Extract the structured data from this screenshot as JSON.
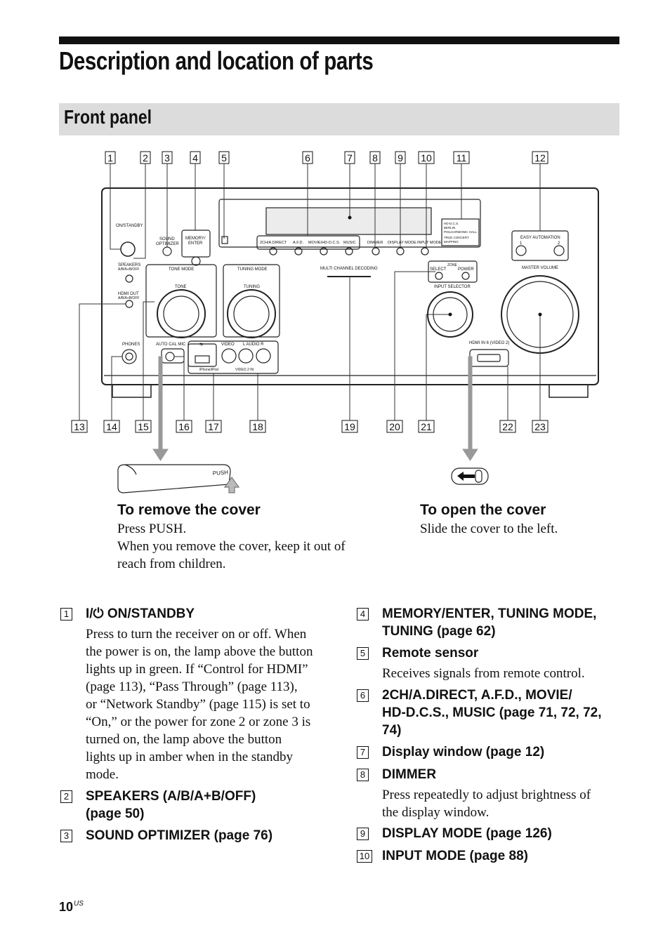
{
  "title": "Description and location of parts",
  "section": "Front panel",
  "callouts_top": [
    "1",
    "2",
    "3",
    "4",
    "5",
    "6",
    "7",
    "8",
    "9",
    "10",
    "11",
    "12"
  ],
  "callouts_bottom": [
    "13",
    "14",
    "15",
    "16",
    "17",
    "18",
    "19",
    "20",
    "21",
    "22",
    "23"
  ],
  "panel_labels": {
    "on_standby": "ON/STANDBY",
    "sound_optimizer_1": "SOUND",
    "sound_optimizer_2": "OPTIMIZER",
    "memory_1": "MEMORY/",
    "memory_2": "ENTER",
    "speakers_1": "SPEAKERS",
    "speakers_2": "A/B/A+B/OFF",
    "hdmi_out_1": "HDMI OUT",
    "hdmi_out_2": "A/B/A+B/OFF",
    "tone_mode": "TONE MODE",
    "tone": "TONE",
    "tuning_mode": "TUNING MODE",
    "tuning": "TUNING",
    "multi_channel": "MULTI CHANNEL DECODING",
    "zone": "ZONE",
    "select": "SELECT",
    "power": "POWER",
    "input_selector": "INPUT SELECTOR",
    "easy_automation": "EASY AUTOMATION",
    "ea_1": "1",
    "ea_2": "2",
    "master_volume": "MASTER VOLUME",
    "phones": "PHONES",
    "auto_cal_mic": "AUTO CAL MIC",
    "usb": "⇆",
    "video": "VIDEO",
    "audio": "L  AUDIO  R",
    "iphone": "iPhone/iPod",
    "video2in": "VIDEO 2 IN",
    "hdmi_in6": "HDMI IN 6 (VIDEO 2)",
    "btn_2ch": "2CH/A.DIRECT",
    "btn_afd": "A.F.D.",
    "btn_movie": "MOVIE/HD-D.C.S.",
    "btn_music": "MUSIC",
    "btn_dimmer": "DIMMER",
    "btn_display": "DISPLAY MODE",
    "btn_input": "INPUT MODE",
    "logo_1": "HD-D.C.S.",
    "logo_2": "BERLIN",
    "logo_3": "PHILHARMONIC HALL",
    "logo_4": "TRUE CONCERT",
    "logo_5": "MAPPING",
    "push": "PUSH"
  },
  "remove_cover": {
    "heading": "To remove the cover",
    "line1": "Press PUSH.",
    "line2": "When you remove the cover, keep it out of",
    "line3": "reach from children."
  },
  "open_cover": {
    "heading": "To open the cover",
    "line1": "Slide the cover to the left."
  },
  "items_left": [
    {
      "num": "1",
      "head": "I/⏻ ON/STANDBY",
      "body": [
        "Press to turn the receiver on or off. When",
        "the power is on, the lamp above the button",
        "lights up in green. If “Control for HDMI”",
        "(page 113), “Pass Through” (page 113),",
        "or “Network Standby” (page 115) is set to",
        "“On,” or the power for zone 2 or zone 3 is",
        "turned on, the lamp above the button",
        "lights up in amber when in the standby",
        "mode."
      ]
    },
    {
      "num": "2",
      "head": [
        "SPEAKERS (A/B/A+B/OFF)",
        "(page 50)"
      ]
    },
    {
      "num": "3",
      "head": [
        "SOUND OPTIMIZER (page 76)"
      ]
    }
  ],
  "items_right": [
    {
      "num": "4",
      "head": [
        "MEMORY/ENTER, TUNING MODE,",
        "TUNING (page 62)"
      ]
    },
    {
      "num": "5",
      "head": [
        "Remote sensor"
      ],
      "body": [
        "Receives signals from remote control."
      ]
    },
    {
      "num": "6",
      "head": [
        "2CH/A.DIRECT, A.F.D., MOVIE/",
        "HD-D.C.S., MUSIC (page 71, 72, 72,",
        "74)"
      ]
    },
    {
      "num": "7",
      "head": [
        "Display window (page 12)"
      ]
    },
    {
      "num": "8",
      "head": [
        "DIMMER"
      ],
      "body": [
        "Press repeatedly to adjust brightness of",
        "the display window."
      ]
    },
    {
      "num": "9",
      "head": [
        "DISPLAY MODE (page 126)"
      ]
    },
    {
      "num": "10",
      "head": [
        "INPUT MODE (page 88)"
      ]
    }
  ],
  "page_number": "10",
  "page_suffix": "US"
}
